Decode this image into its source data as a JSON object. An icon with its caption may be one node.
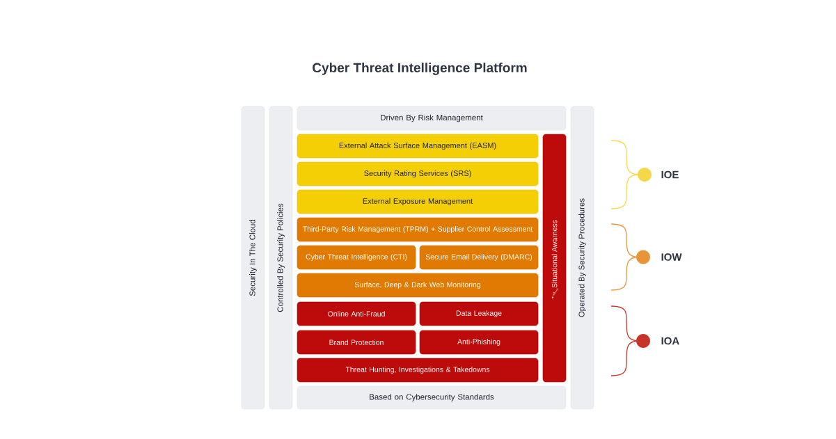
{
  "diagram": {
    "title": "Cyber Threat Intelligence Platform",
    "nodes": [
      {
        "text": [
          "Security In The Cloud"
        ]
      },
      {
        "text": [
          "Controlled By Security Policies"
        ]
      },
      {
        "text": [
          "Driven By Risk Management"
        ]
      },
      {
        "text": [
          "External Attack Surface Management (EASM)"
        ]
      },
      {
        "text": [
          "Security Rating Services (SRS)"
        ]
      },
      {
        "text": [
          "External Exposure Management"
        ]
      },
      {
        "text": [
          "Third-Party Risk Management (TPRM) + Supplier Control Assessment"
        ]
      },
      {
        "text": [
          "Cyber Threat Intelligence (CTI)"
        ]
      },
      {
        "text": [
          "Secure Email Delivery (DMARC)"
        ]
      },
      {
        "text": [
          "Surface, Deep & Dark Web Monitoring"
        ]
      },
      {
        "text": [
          "Online Anti-Fraud"
        ]
      },
      {
        "text": [
          "Data Leakage"
        ]
      },
      {
        "text": [
          "Brand Protection"
        ]
      },
      {
        "text": [
          "Anti-Phishing"
        ]
      },
      {
        "text": [
          "Threat Hunting, Investigations & Takedowns"
        ]
      },
      {
        "text": [
          "Situational Awarness"
        ]
      },
      {
        "text": [
          "Based on Cybersecurity Standards"
        ]
      },
      {
        "text": [
          "Operated By Security Procedures"
        ]
      }
    ],
    "labels": [
      "IOE",
      "IOW",
      "IOA"
    ]
  }
}
